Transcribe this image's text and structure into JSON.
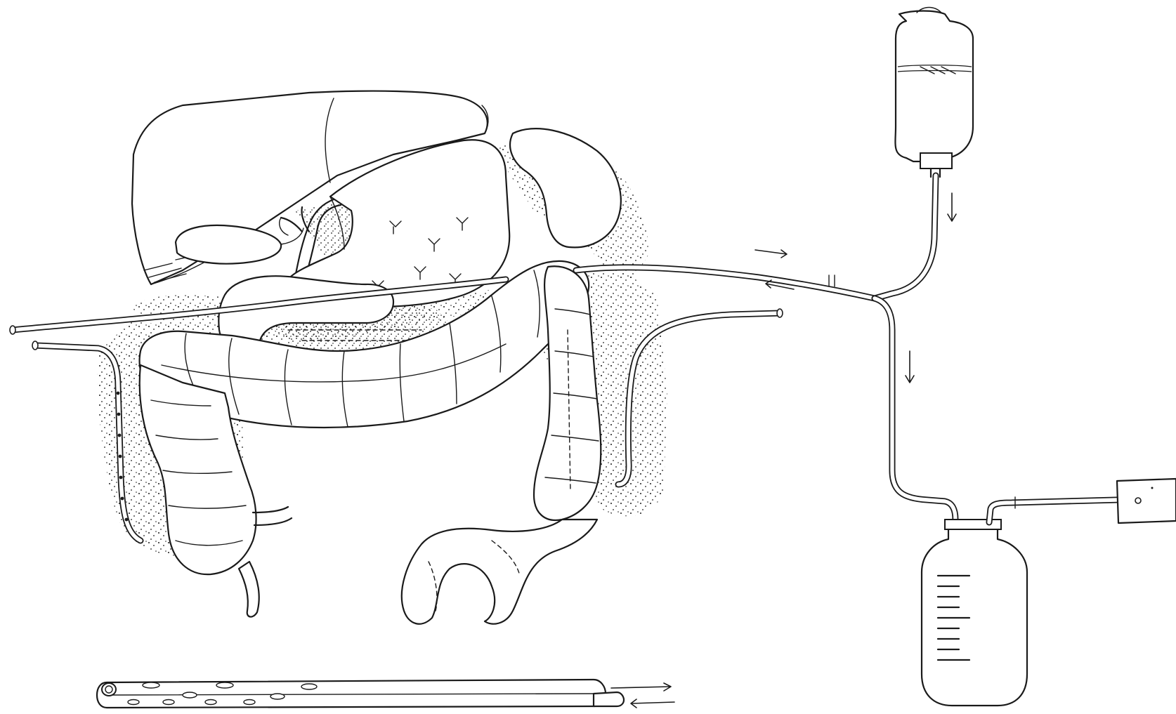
{
  "diagram": {
    "labels": []
  },
  "components": {
    "liver": "liver",
    "gallbladder": "gallbladder",
    "stomach": "stomach",
    "spleen": "spleen",
    "transverse_colon": "transverse-colon",
    "ascending_colon": "ascending-colon",
    "descending_colon": "descending-colon",
    "sigmoid_colon": "sigmoid-colon",
    "irrigation_bottle": "irrigation-bottle",
    "collection_bottle": "collection-bottle",
    "suction_source": "suction-source",
    "double_lumen_tube": "double-lumen-drain-tube"
  },
  "colors": {
    "ink": "#1a1a1a",
    "paper": "#ffffff"
  }
}
